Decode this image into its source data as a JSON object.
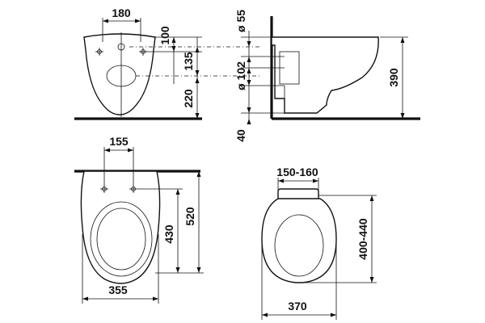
{
  "dimensions": {
    "top_width": "180",
    "bowl_top_offset": "100",
    "inlet_height": "135",
    "outlet_height": "220",
    "inlet_diameter": "ø 55",
    "outlet_diameter": "ø 102",
    "floor_gap": "40",
    "side_height": "390",
    "bolt_spacing": "155",
    "bowl_length": "520",
    "bolt_to_front": "430",
    "bowl_width": "355",
    "hinge_spacing": "150-160",
    "seat_length": "400-440",
    "seat_width": "370"
  }
}
